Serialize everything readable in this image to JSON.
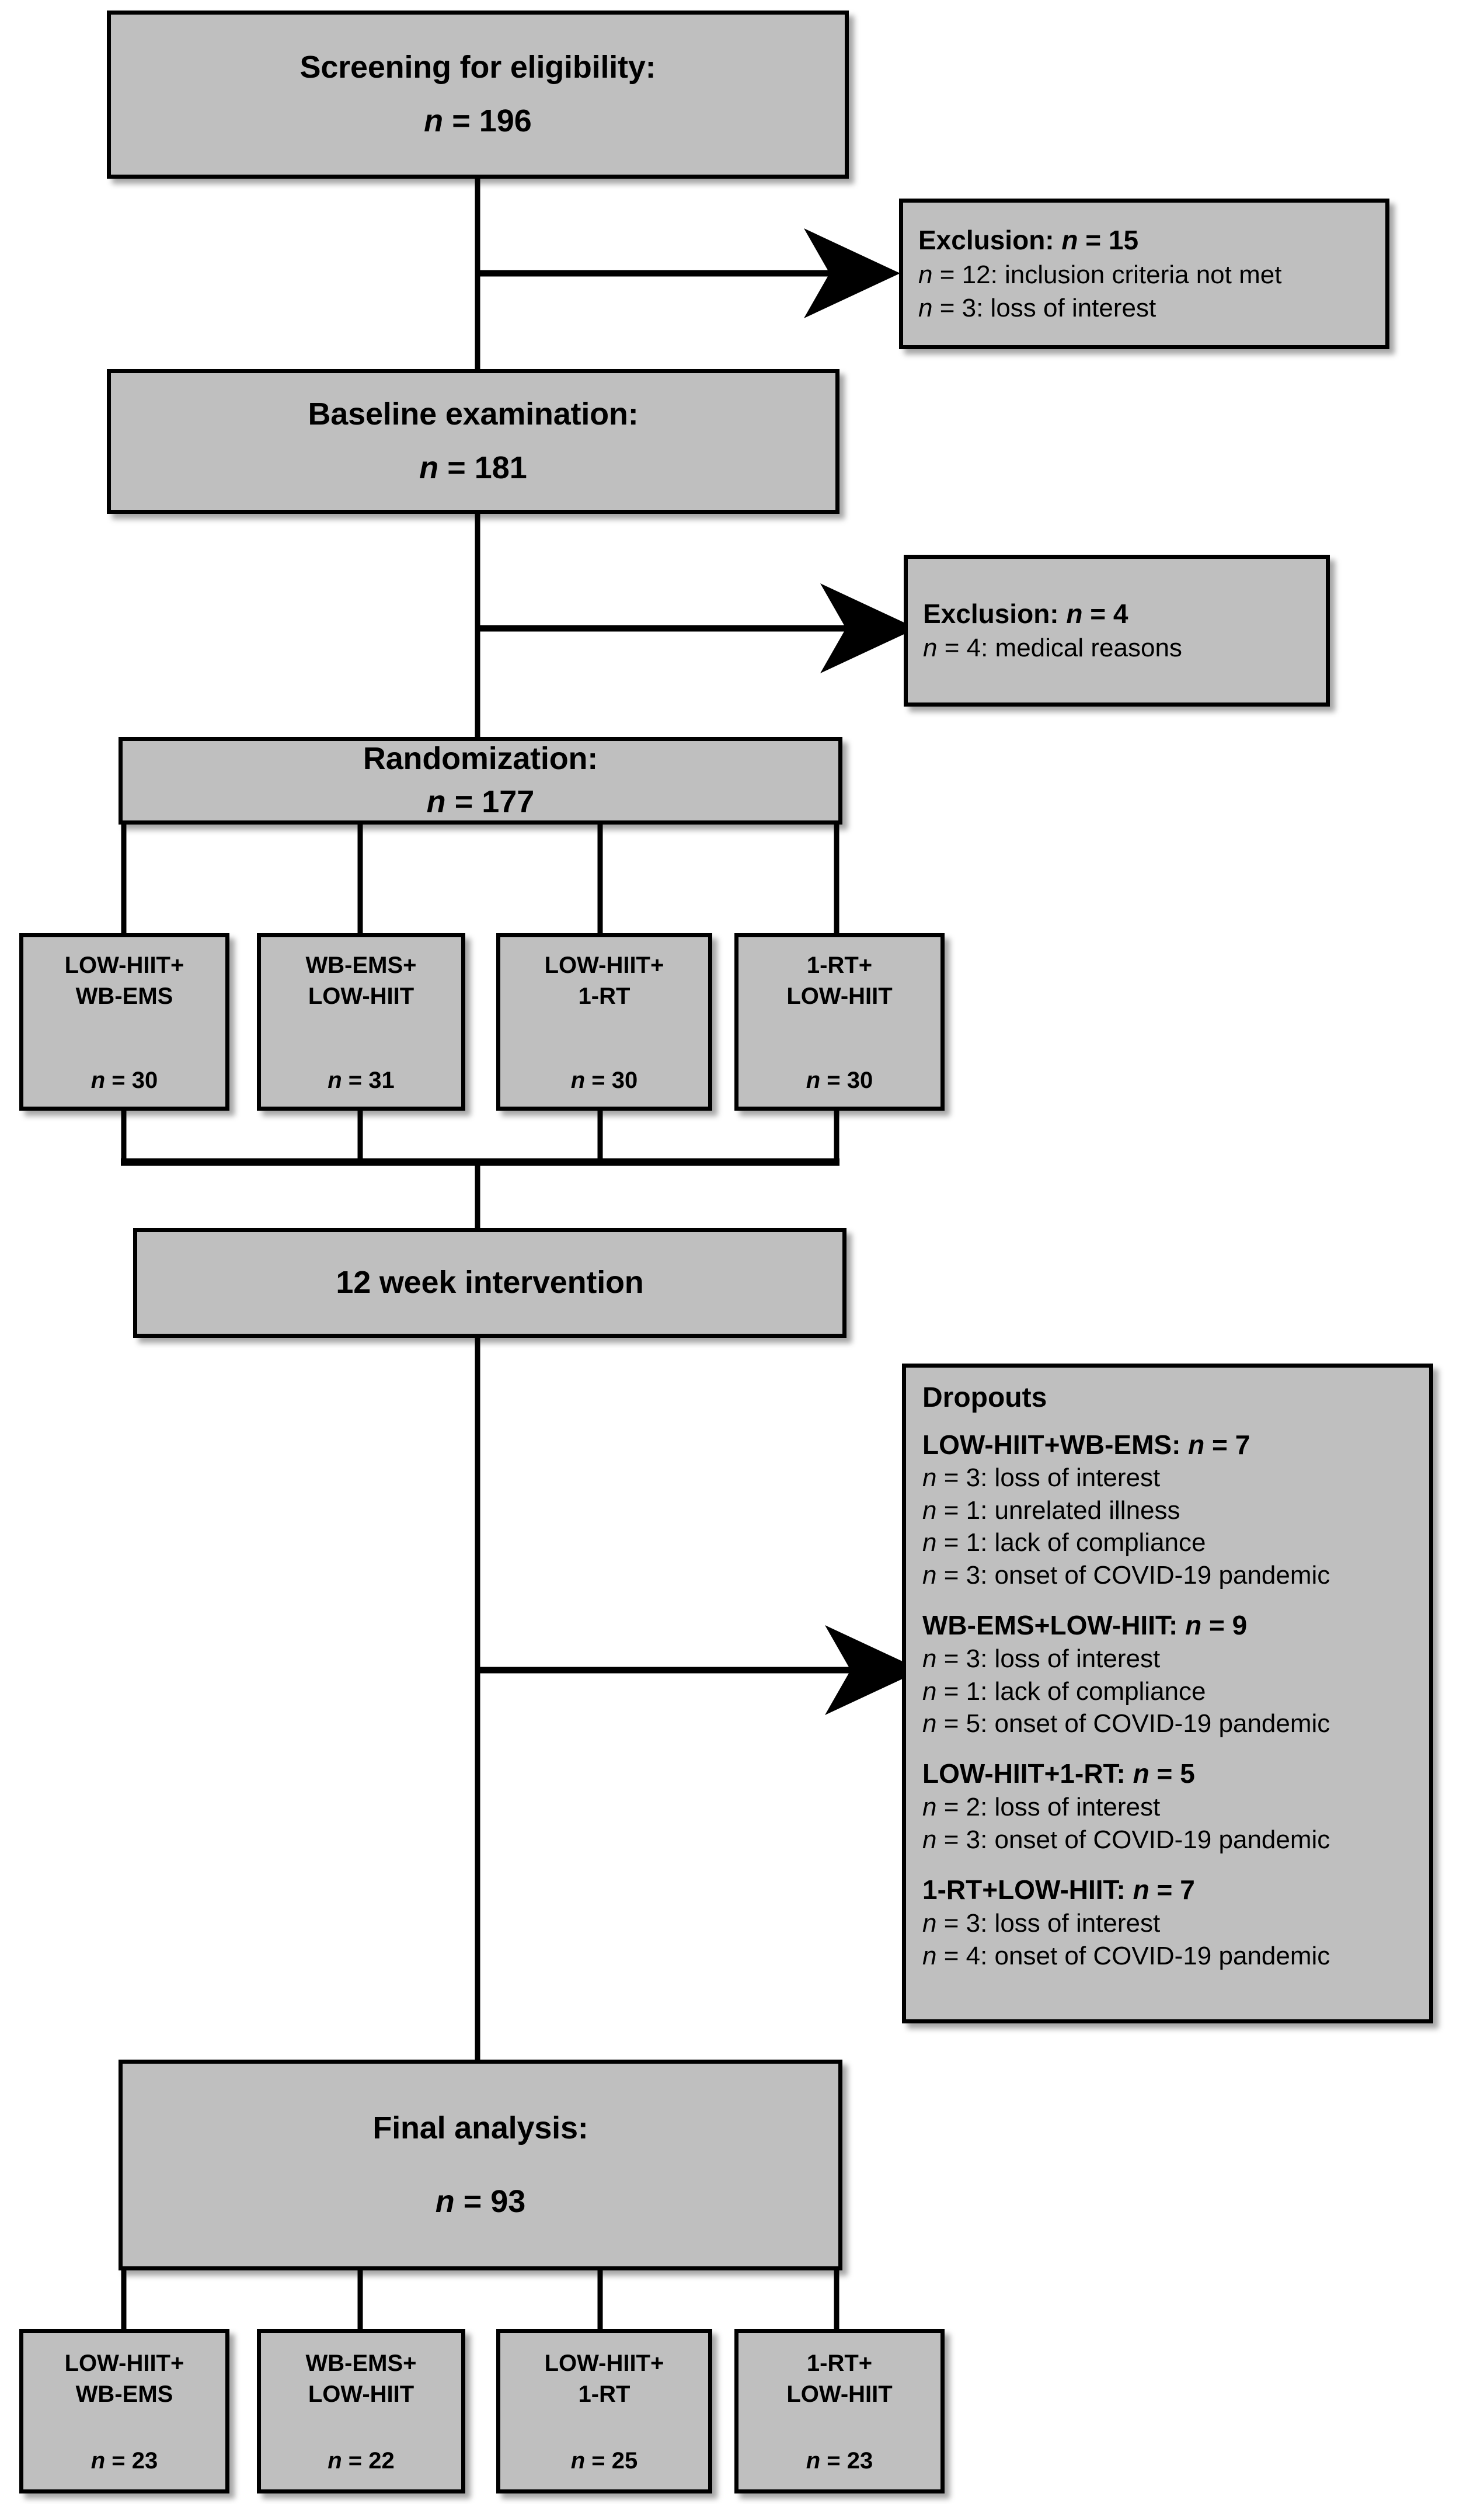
{
  "flow": {
    "screening": {
      "title": "Screening for eligibility:",
      "n_label": "n",
      "n_value": "= 196"
    },
    "baseline": {
      "title": "Baseline examination:",
      "n_label": "n",
      "n_value": "= 181"
    },
    "randomization": {
      "title": "Randomization:",
      "n_label": "n",
      "n_value": "= 177"
    },
    "intervention": {
      "title": "12 week intervention"
    },
    "final": {
      "title": "Final analysis:",
      "n_label": "n",
      "n_value": "= 93"
    }
  },
  "exclusion_1": {
    "heading_text": "Exclusion: ",
    "heading_n": "n",
    "heading_value": " = 15",
    "rows": [
      {
        "n": "n",
        "text": " = 12: inclusion criteria not met"
      },
      {
        "n": "n",
        "text": " = 3: loss of interest"
      }
    ]
  },
  "exclusion_2": {
    "heading_text": "Exclusion: ",
    "heading_n": "n",
    "heading_value": " = 4",
    "rows": [
      {
        "n": "n",
        "text": " = 4: medical reasons"
      }
    ]
  },
  "randomized_arms": [
    {
      "line1": "LOW-HIIT+",
      "line2": "WB-EMS",
      "n": "n",
      "n_value": " = 30"
    },
    {
      "line1": "WB-EMS+",
      "line2": "LOW-HIIT",
      "n": "n",
      "n_value": " = 31"
    },
    {
      "line1": "LOW-HIIT+",
      "line2": "1-RT",
      "n": "n",
      "n_value": " = 30"
    },
    {
      "line1": "1-RT+",
      "line2": "LOW-HIIT",
      "n": "n",
      "n_value": " = 30"
    }
  ],
  "final_arms": [
    {
      "line1": "LOW-HIIT+",
      "line2": "WB-EMS",
      "n": "n",
      "n_value": " = 23"
    },
    {
      "line1": "WB-EMS+",
      "line2": "LOW-HIIT",
      "n": "n",
      "n_value": " = 22"
    },
    {
      "line1": "LOW-HIIT+",
      "line2": "1-RT",
      "n": "n",
      "n_value": " = 25"
    },
    {
      "line1": "1-RT+",
      "line2": "LOW-HIIT",
      "n": "n",
      "n_value": " = 23"
    }
  ],
  "dropouts": {
    "title": "Dropouts",
    "groups": [
      {
        "name": "LOW-HIIT+WB-EMS: ",
        "n": "n",
        "n_value": " = 7",
        "reasons": [
          {
            "n": "n",
            "text": " = 3: loss of interest"
          },
          {
            "n": "n",
            "text": " = 1: unrelated illness"
          },
          {
            "n": "n",
            "text": " = 1: lack of compliance"
          },
          {
            "n": "n",
            "text": " = 3: onset of COVID-19 pandemic"
          }
        ]
      },
      {
        "name": "WB-EMS+LOW-HIIT: ",
        "n": "n",
        "n_value": " = 9",
        "reasons": [
          {
            "n": "n",
            "text": " = 3: loss of interest"
          },
          {
            "n": "n",
            "text": " = 1: lack of compliance"
          },
          {
            "n": "n",
            "text": " = 5: onset of COVID-19 pandemic"
          }
        ]
      },
      {
        "name": "LOW-HIIT+1-RT: ",
        "n": "n",
        "n_value": " = 5",
        "reasons": [
          {
            "n": "n",
            "text": " = 2: loss of interest"
          },
          {
            "n": "n",
            "text": " = 3: onset of COVID-19 pandemic"
          }
        ]
      },
      {
        "name": "1-RT+LOW-HIIT: ",
        "n": "n",
        "n_value": " = 7",
        "reasons": [
          {
            "n": "n",
            "text": " = 3: loss of interest"
          },
          {
            "n": "n",
            "text": " = 4: onset of COVID-19 pandemic"
          }
        ]
      }
    ]
  },
  "colors": {
    "box_fill": "#bfbfbf",
    "stroke": "#000000",
    "background": "#ffffff"
  }
}
